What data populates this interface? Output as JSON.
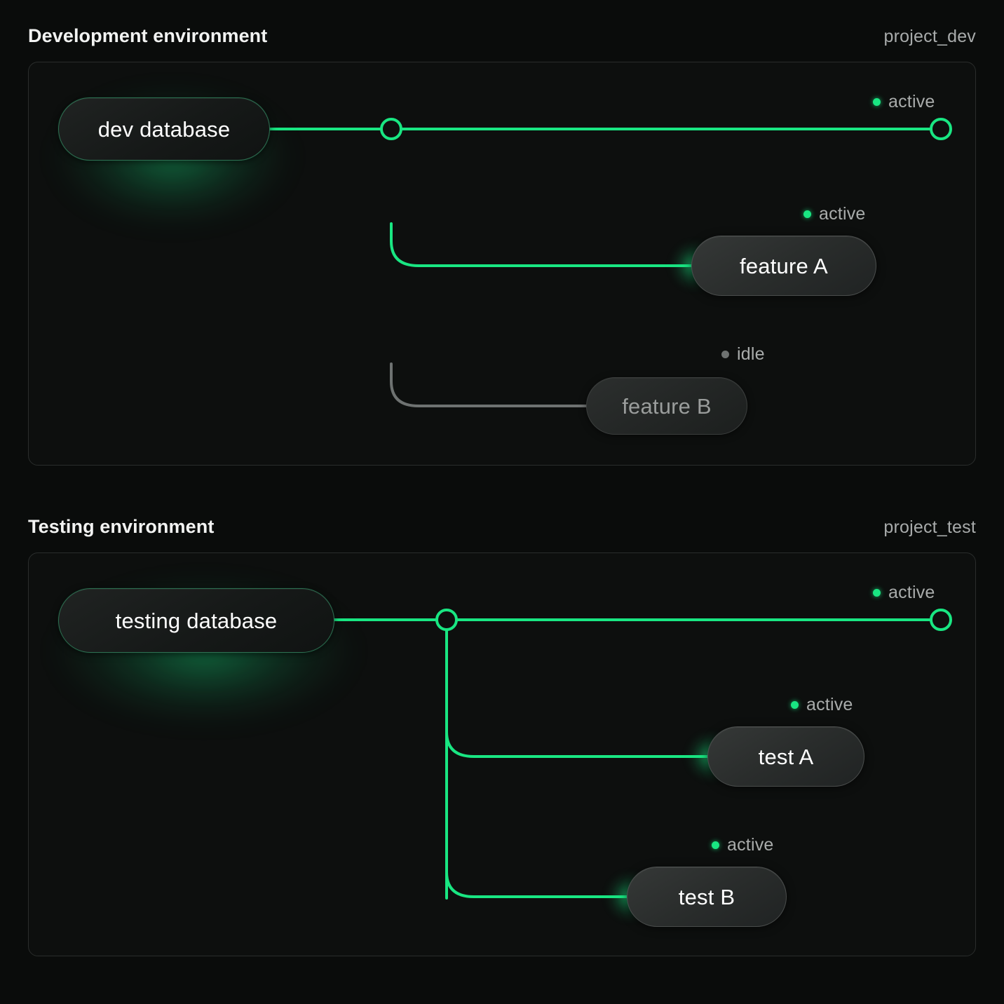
{
  "theme": {
    "background": "#0a0c0b",
    "panel_background": "#0d0f0e",
    "panel_border": "#2a2d2c",
    "accent_green": "#19e682",
    "idle_gray": "#6e7271",
    "text_primary": "#f2f3f2",
    "text_muted": "#a9acab"
  },
  "sections": [
    {
      "id": "dev",
      "title": "Development environment",
      "project": "project_dev",
      "nodes": [
        {
          "id": "dev-database",
          "label": "dev database",
          "kind": "database",
          "status": "active"
        },
        {
          "id": "feature-a",
          "label": "feature A",
          "kind": "service",
          "status": "active"
        },
        {
          "id": "feature-b",
          "label": "feature B",
          "kind": "service",
          "status": "idle"
        }
      ],
      "statuses": [
        {
          "id": "dev-database-status",
          "label": "active",
          "state": "active"
        },
        {
          "id": "feature-a-status",
          "label": "active",
          "state": "active"
        },
        {
          "id": "feature-b-status",
          "label": "idle",
          "state": "idle"
        }
      ]
    },
    {
      "id": "test",
      "title": "Testing environment",
      "project": "project_test",
      "nodes": [
        {
          "id": "testing-database",
          "label": "testing database",
          "kind": "database",
          "status": "active"
        },
        {
          "id": "test-a",
          "label": "test A",
          "kind": "service",
          "status": "active"
        },
        {
          "id": "test-b",
          "label": "test B",
          "kind": "service",
          "status": "active"
        }
      ],
      "statuses": [
        {
          "id": "testing-database-status",
          "label": "active",
          "state": "active"
        },
        {
          "id": "test-a-status",
          "label": "active",
          "state": "active"
        },
        {
          "id": "test-b-status",
          "label": "active",
          "state": "active"
        }
      ]
    }
  ]
}
